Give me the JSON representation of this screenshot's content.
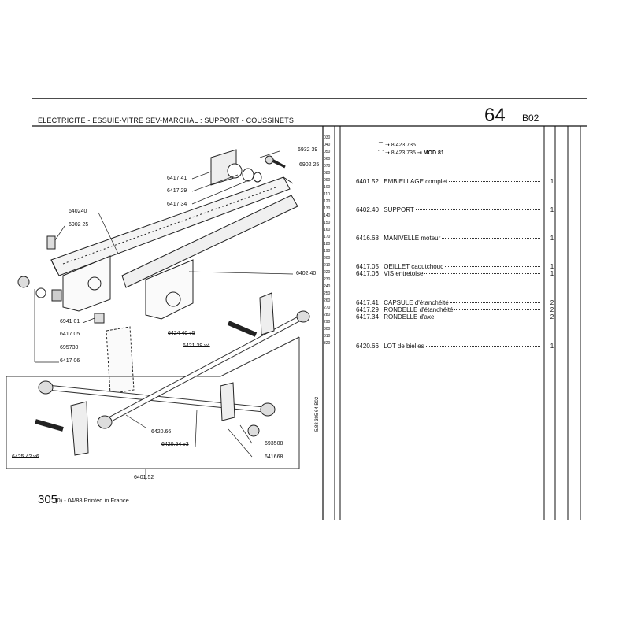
{
  "header": {
    "title": "ELECTRICITE - ESSUIE-VITRE SEV-MARCHAL : SUPPORT - COUSSINETS",
    "group": "64",
    "subgroup": "B02"
  },
  "row_numbers": [
    "030",
    "040",
    "050",
    "060",
    "070",
    "080",
    "090",
    "100",
    "110",
    "120",
    "130",
    "140",
    "150",
    "160",
    "170",
    "180",
    "190",
    "200",
    "210",
    "220",
    "230",
    "240",
    "250",
    "260",
    "270",
    "280",
    "290",
    "300",
    "310",
    "320"
  ],
  "diagram_labels": {
    "l693239": "6932 39",
    "l690225a": "6902 25",
    "l641741": "6417 41",
    "l641729": "6417 29",
    "l641734": "6417 34",
    "l640240a": "640240",
    "l690225b": "6902 25",
    "l640240b": "6402.40",
    "l694101": "6941 01",
    "l641705": "6417 05",
    "l695730": "695730",
    "l641706": "6417 06",
    "l642440": "6424 40 v5",
    "l642139": "6421 39 v4",
    "l642066": "6420.66",
    "l642054": "6420.54 v3",
    "l693508": "693508",
    "l641668": "641668",
    "l642542": "6425 42 v6",
    "l640152": "6401.52"
  },
  "model_notes": [
    {
      "ref": "8.423.735",
      "mod": ""
    },
    {
      "ref": "8.423.735",
      "mod": "MOD 81"
    }
  ],
  "parts": [
    {
      "code": "6401.52",
      "desc": "EMBIELLAGE complet",
      "qty": "1"
    },
    {
      "code": "6402.40",
      "desc": "SUPPORT",
      "qty": "1"
    },
    {
      "code": "6416.68",
      "desc": "MANIVELLE moteur",
      "qty": "1"
    },
    {
      "code": "6417.05",
      "desc": "OEILLET caoutchouc",
      "qty": "1"
    },
    {
      "code": "6417.06",
      "desc": "VIS entretoise",
      "qty": "1"
    },
    {
      "code": "6417.41",
      "desc": "CAPSULE d'étanchéité",
      "qty": "2"
    },
    {
      "code": "6417.29",
      "desc": "RONDELLE d'étanchéité",
      "qty": "2"
    },
    {
      "code": "6417.34",
      "desc": "RONDELLE d'axe",
      "qty": "2"
    },
    {
      "code": "6420.66",
      "desc": "LOT de bielles",
      "qty": "1"
    }
  ],
  "footer": {
    "page": "305",
    "text": "(0) - 04/88 Printed in France",
    "vertical_ref": "5/88  305 64 B02"
  }
}
